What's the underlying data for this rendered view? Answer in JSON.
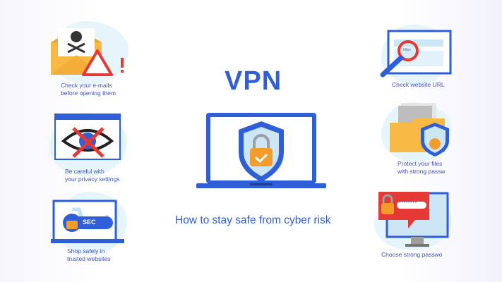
{
  "title": "VPN",
  "subtitle": "How to stay safe from cyber risk",
  "colors": {
    "accent": "#2e5ed8",
    "caption": "#4150b8",
    "warning": "#e53935",
    "folder": "#f7b944",
    "lock": "#f39c2b"
  },
  "tips": [
    {
      "icon": "email-warning-icon",
      "line1": "Check your e-mails",
      "line2": "before opening them"
    },
    {
      "icon": "eye-blocked-icon",
      "line1": "Be careful with",
      "line2": "your privacy settings"
    },
    {
      "icon": "secure-shop-icon",
      "line1": "Shop safely in",
      "line2": "trusted websites",
      "badge": "SEC"
    },
    {
      "icon": "url-magnifier-icon",
      "line1": "Check website URL",
      "badge": "https"
    },
    {
      "icon": "protected-folder-icon",
      "line1": "Protect your files",
      "line2": "with strong passw"
    },
    {
      "icon": "password-monitor-icon",
      "line1": "Choose strong passwo",
      "badge": "********"
    }
  ]
}
